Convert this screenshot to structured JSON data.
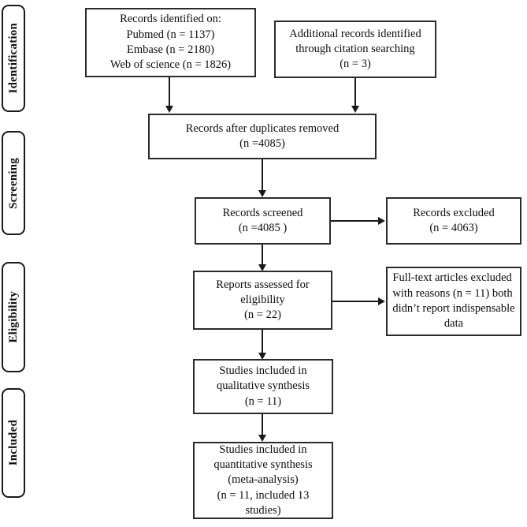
{
  "diagram": {
    "type": "prisma-flow-diagram",
    "background_color": "#ffffff",
    "line_color": "#1a1a1a",
    "box_border_color": "#2b2b2b",
    "text_color": "#0d0d0d"
  },
  "stages": [
    {
      "id": "identification",
      "label": "Identification"
    },
    {
      "id": "screening",
      "label": "Screening"
    },
    {
      "id": "eligibility",
      "label": "Eligibility"
    },
    {
      "id": "included",
      "label": "Included"
    }
  ],
  "boxes": {
    "records_identified": {
      "text": "Records identified on:\nPubmed (n = 1137)\nEmbase (n = 2180)\nWeb of science (n = 1826)"
    },
    "additional_records": {
      "text": "Additional records identified\nthrough citation searching\n(n = 3)"
    },
    "duplicates_removed": {
      "text": "Records after duplicates removed\n(n =4085)"
    },
    "records_screened": {
      "text": "Records screened\n(n =4085 )"
    },
    "records_excluded": {
      "text": "Records excluded\n(n = 4063)"
    },
    "reports_assessed": {
      "text": "Reports assessed for\neligibility\n(n = 22)"
    },
    "fulltext_excluded": {
      "line1": "Full-text articles excluded",
      "line2": "with reasons (n = 11) both",
      "line3": "didn’t report indispensable",
      "line4": "data"
    },
    "qualitative_synthesis": {
      "text": "Studies included in\nqualitative synthesis\n(n = 11)"
    },
    "quantitative_synthesis": {
      "text": "Studies included in\nquantitative synthesis\n(meta-analysis)\n(n = 11, included 13\nstudies)"
    }
  },
  "counts": {
    "pubmed": 1137,
    "embase": 2180,
    "web_of_science": 1826,
    "additional_citation_searching": 3,
    "after_duplicates_removed": 4085,
    "screened": 4085,
    "excluded_at_screening": 4063,
    "assessed_for_eligibility": 22,
    "fulltext_excluded": 11,
    "included_qualitative": 11,
    "included_quantitative": 11,
    "included_studies_in_meta_analysis": 13
  }
}
